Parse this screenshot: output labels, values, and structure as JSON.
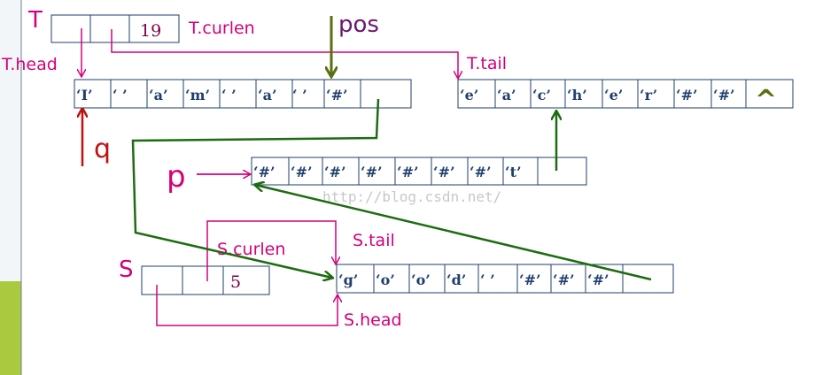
{
  "colors": {
    "magenta": "#d4007a",
    "green": "#1e6b12",
    "olive": "#587010",
    "red": "#c01010",
    "purple": "#6a1870",
    "box": "#1f3f6e",
    "text": "#1f3f6e",
    "leftbar": "#a9c93e",
    "leftbar_top": "#f2f6f8",
    "watermark": "#c8c8c8"
  },
  "labels": {
    "T": "T",
    "T_curlen": "T.curlen",
    "T_head": "T.head",
    "T_tail": "T.tail",
    "pos": "pos",
    "q": "q",
    "p": "p",
    "S": "S",
    "S_curlen": "S.curlen",
    "S_tail": "S.tail",
    "S_head": "S.head",
    "T_curlen_value": "19",
    "S_curlen_value": "5",
    "null_symbol": "^",
    "watermark": "http://blog.csdn.net/"
  },
  "chunks": {
    "t1": [
      "‘I’",
      "‘ ’",
      "‘a’",
      "‘m’",
      "‘ ’",
      "‘a’",
      "‘ ’",
      "‘#’"
    ],
    "t2": [
      "‘#’",
      "‘#’",
      "‘#’",
      "‘#’",
      "‘#’",
      "‘#’",
      "‘#’",
      "‘t’"
    ],
    "t3": [
      "‘e’",
      "‘a’",
      "‘c’",
      "‘h’",
      "‘e’",
      "‘r’",
      "‘#’",
      "‘#’"
    ],
    "s1": [
      "‘g’",
      "‘o’",
      "‘o’",
      "‘d’",
      "‘ ’",
      "‘#’",
      "‘#’",
      "‘#’"
    ]
  }
}
